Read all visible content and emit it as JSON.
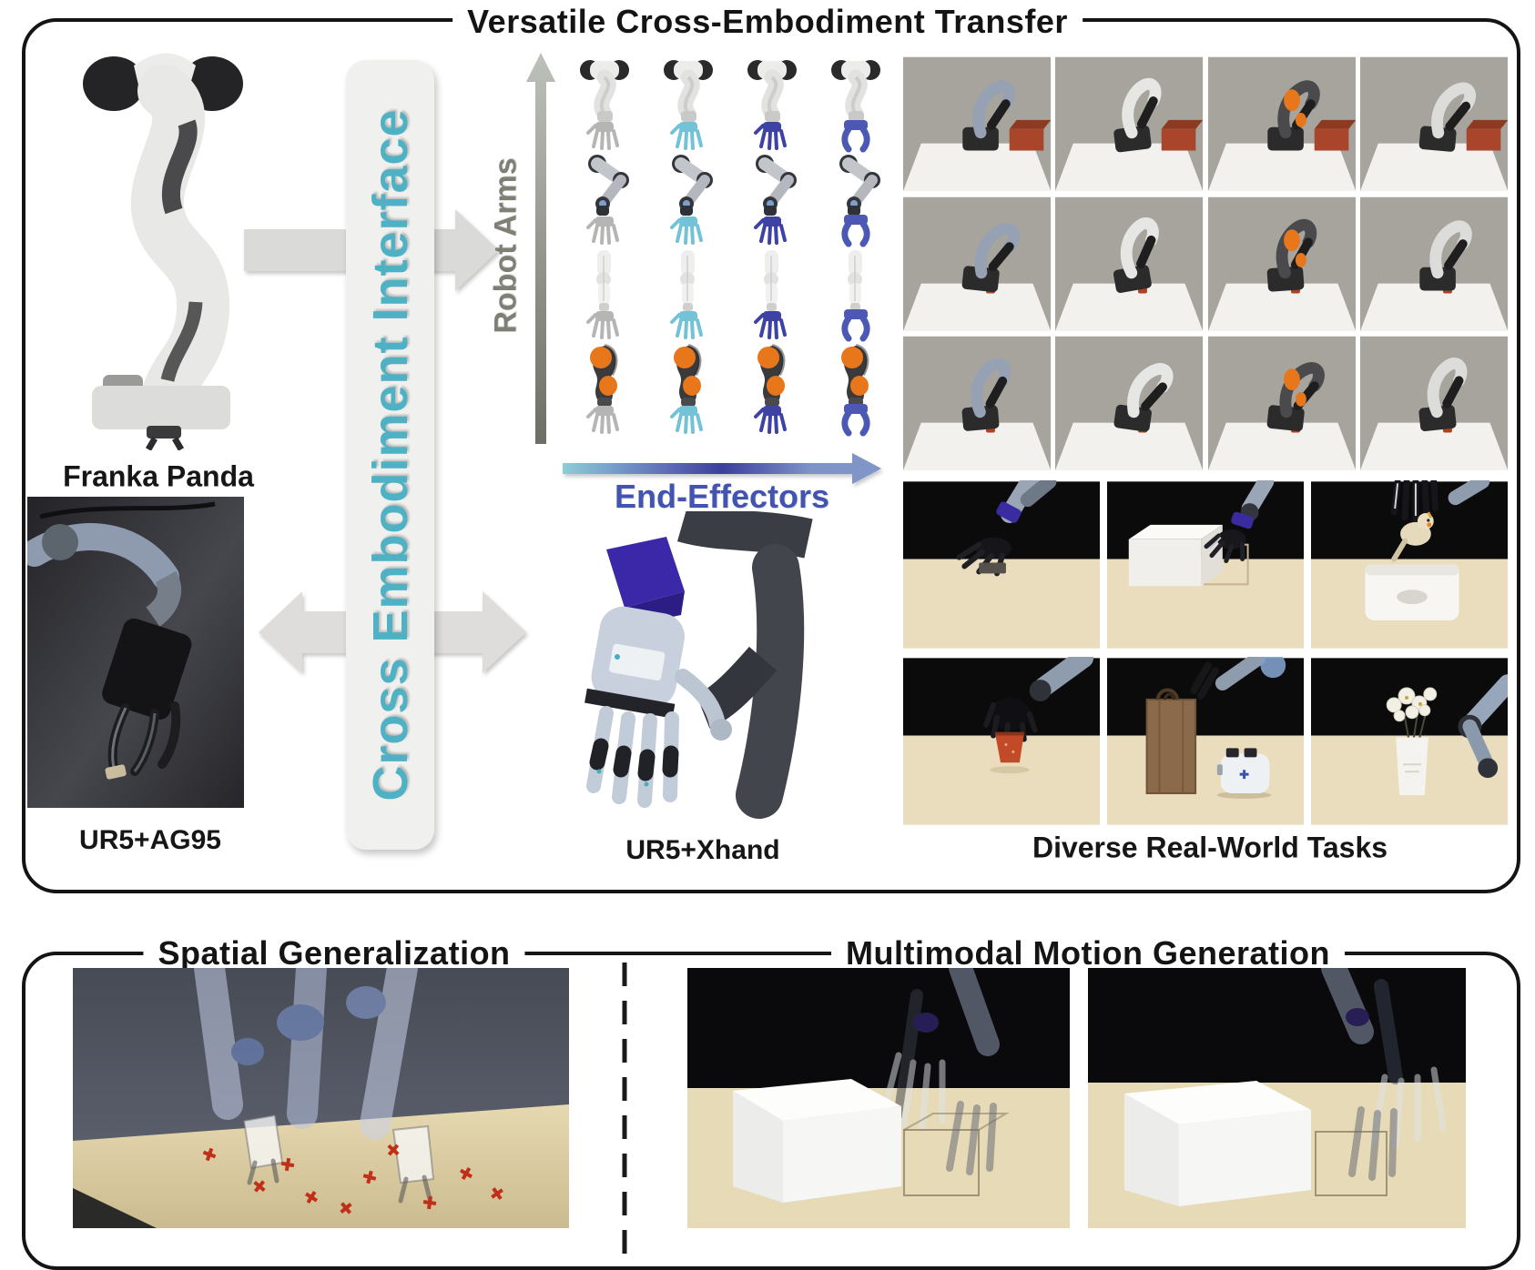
{
  "figure": {
    "top_panel": {
      "title": "Versatile Cross-Embodiment Transfer",
      "banner_text": "Cross Embodiment Interface",
      "franka_label": "Franka Panda",
      "ur5_ag95_label": "UR5+AG95",
      "ur5_xhand_label": "UR5+Xhand",
      "real_tasks_label": "Diverse Real-World Tasks",
      "matrix": {
        "y_axis_label": "Robot Arms",
        "x_axis_label": "End-Effectors",
        "rows": 4,
        "cols": 4
      },
      "sim_grid": {
        "rows": 3,
        "cols": 4
      },
      "real_grid": {
        "rows": 2,
        "cols": 3
      }
    },
    "bottom_panel": {
      "left_title": "Spatial Generalization",
      "right_title": "Multimodal Motion Generation"
    },
    "colors": {
      "border": "#141414",
      "banner_bg": "#f0f0ee",
      "banner_text": "#4fb2c4",
      "gray_arrow": "#dadad8",
      "y_axis_label": "#7f7f75",
      "x_axis_label": "#4254b0",
      "kuka_orange": "#e8761b",
      "sim_background": "#a7a49e",
      "table_beige": "#e9ddbd",
      "red_object": "#c03018"
    }
  }
}
